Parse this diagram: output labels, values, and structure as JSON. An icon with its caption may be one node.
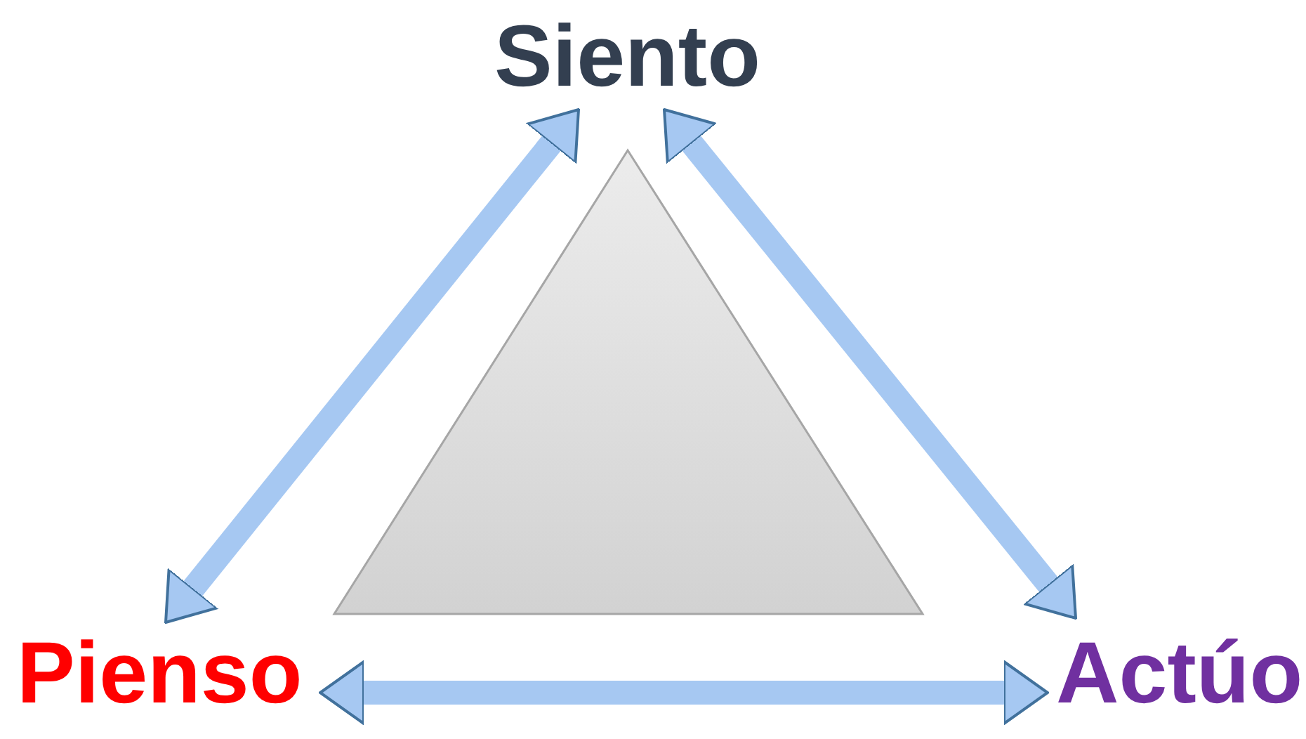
{
  "diagram": {
    "nodes": [
      {
        "text": [
          "Siento"
        ]
      },
      {
        "text": [
          "Pienso"
        ]
      },
      {
        "text": [
          "Actúo"
        ]
      },
      {
        "text": [],
        "shape": "triangle"
      }
    ],
    "edges": [
      {
        "from": 1,
        "to": 0,
        "arrow": "both"
      },
      {
        "from": 0,
        "to": 2,
        "arrow": "both"
      },
      {
        "from": 1,
        "to": 2,
        "arrow": "both"
      }
    ]
  }
}
